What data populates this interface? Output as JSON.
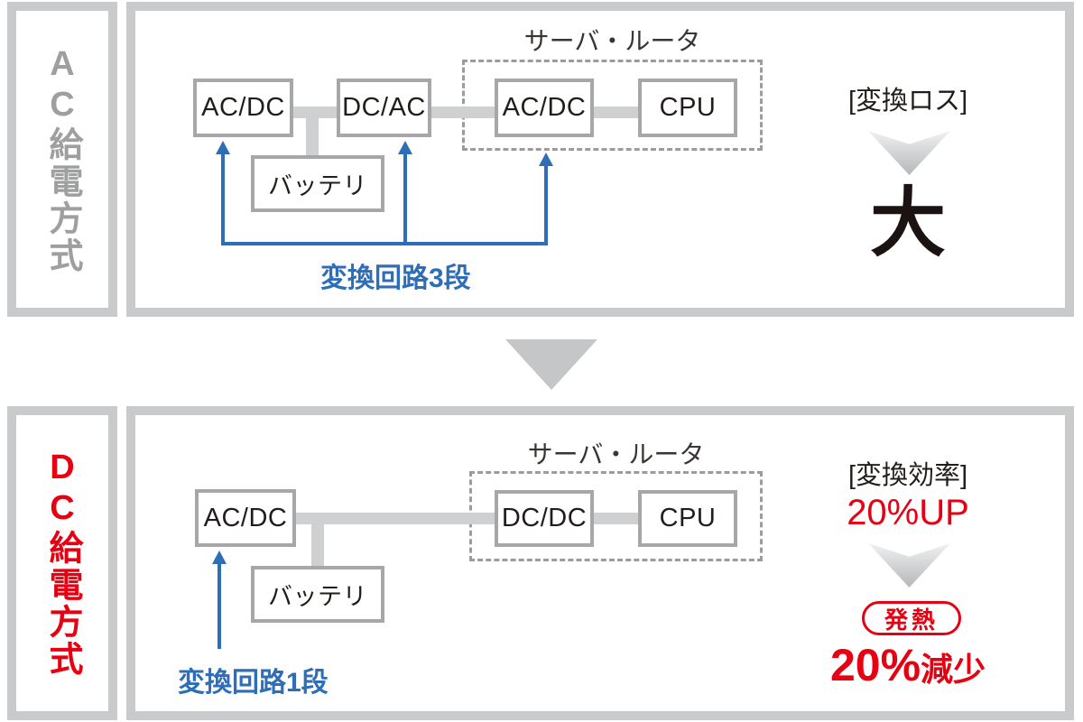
{
  "colors": {
    "frame": "#c9cacb",
    "box_border": "#a6a7a8",
    "connector": "#cfd0d1",
    "dash": "#9b9c9d",
    "text_dark": "#221c1a",
    "sidebar_gray": "#9e9f9f",
    "blue": "#2e6eb8",
    "red": "#e60012"
  },
  "ac_section": {
    "sidebar_label": "AC給電方式",
    "server_router_label": "サーバ・ルータ",
    "boxes": {
      "b1": "AC/DC",
      "b2": "DC/AC",
      "b3": "AC/DC",
      "b4": "CPU"
    },
    "battery_label": "バッテリ",
    "stages_label": "変換回路3段",
    "metric_title": "[変換ロス]",
    "metric_value": "大"
  },
  "dc_section": {
    "sidebar_label": "DC給電方式",
    "server_router_label": "サーバ・ルータ",
    "boxes": {
      "b1": "AC/DC",
      "b2": "DC/DC",
      "b3": "CPU"
    },
    "battery_label": "バッテリ",
    "stages_label": "変換回路1段",
    "metric_title": "[変換効率]",
    "efficiency_value": "20%UP",
    "heat_badge": "発熱",
    "heat_value": "20%",
    "heat_suffix": "減少"
  }
}
